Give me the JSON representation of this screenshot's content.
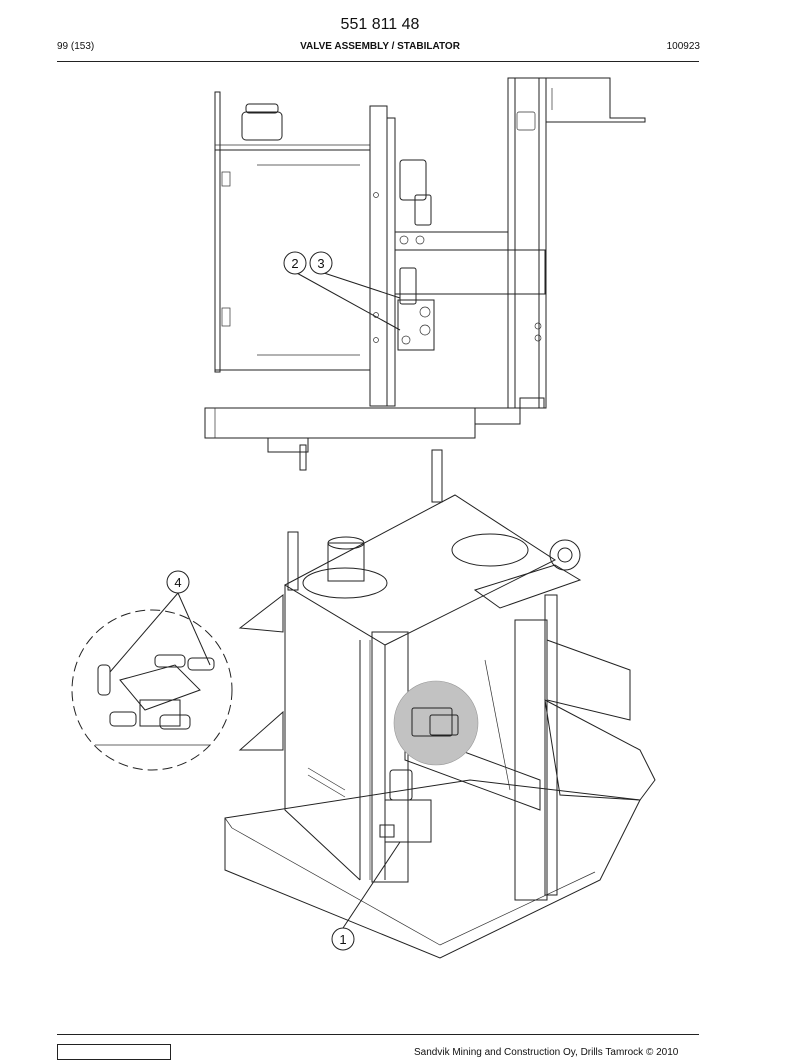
{
  "header": {
    "doc_number": "551 811 48",
    "page": "99 (153)",
    "title": "VALVE ASSEMBLY / STABILATOR",
    "date_code": "100923"
  },
  "callouts": {
    "c1": "1",
    "c2": "2",
    "c3": "3",
    "c4": "4"
  },
  "footer": {
    "copyright": "Sandvik Mining and Construction Oy, Drills Tamrock © 2010"
  }
}
